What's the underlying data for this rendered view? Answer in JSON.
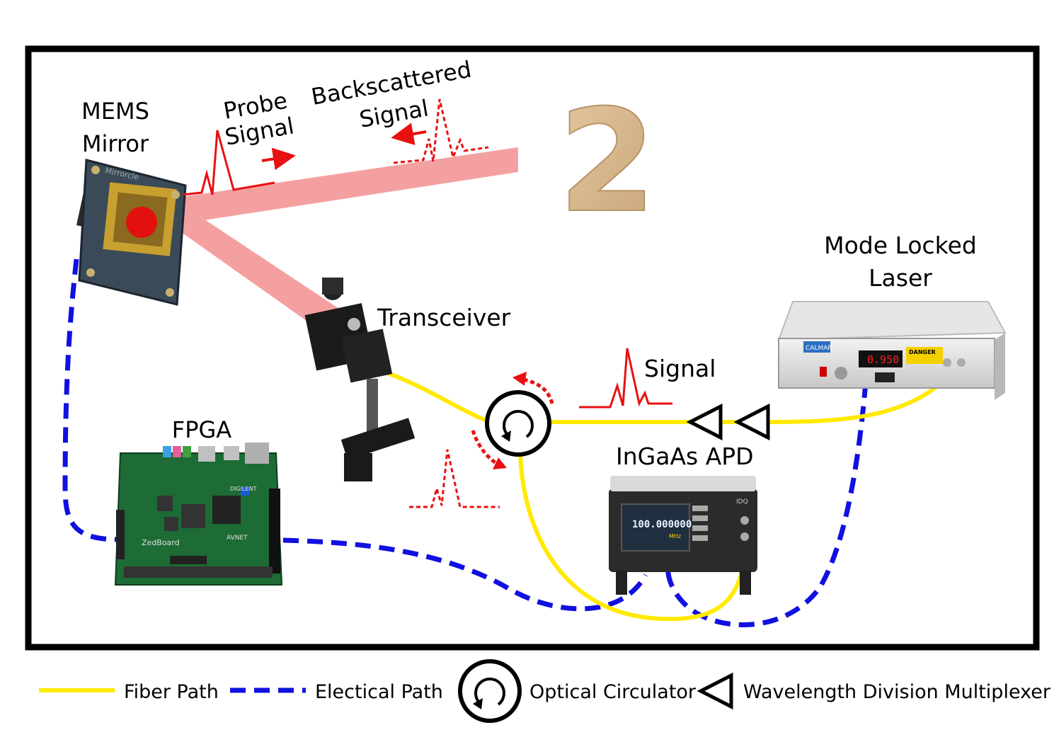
{
  "big_number": "2",
  "labels": {
    "mems_line1": "MEMS",
    "mems_line2": "Mirror",
    "probe_line1": "Probe",
    "probe_line2": "Signal",
    "back_line1": "Backscattered",
    "back_line2": "Signal",
    "transceiver": "Transceiver",
    "fpga": "FPGA",
    "laser_line1": "Mode Locked",
    "laser_line2": "Laser",
    "signal": "Signal",
    "apd": "InGaAs APD"
  },
  "devices": {
    "mems_brand": "Mirrorcle",
    "fpga_board_name": "ZedBoard",
    "fpga_vendor": "AVNET",
    "fpga_maker": "DIGILENT",
    "apd_readout": "100.000000",
    "apd_unit": "MHz",
    "apd_brand": "IDQ",
    "laser_readout": "0.950",
    "laser_warning": "DANGER",
    "laser_brand": "CALMAR"
  },
  "legend": {
    "fiber": "Fiber Path",
    "electrical": "Electical Path",
    "circulator": "Optical Circulator",
    "wdm": "Wavelength Division Multiplexer"
  },
  "colors": {
    "fiber": "#ffea00",
    "electrical": "#1010e0",
    "beam": "#f4a0a0",
    "pulse": "#e81010",
    "frame": "#000000"
  }
}
